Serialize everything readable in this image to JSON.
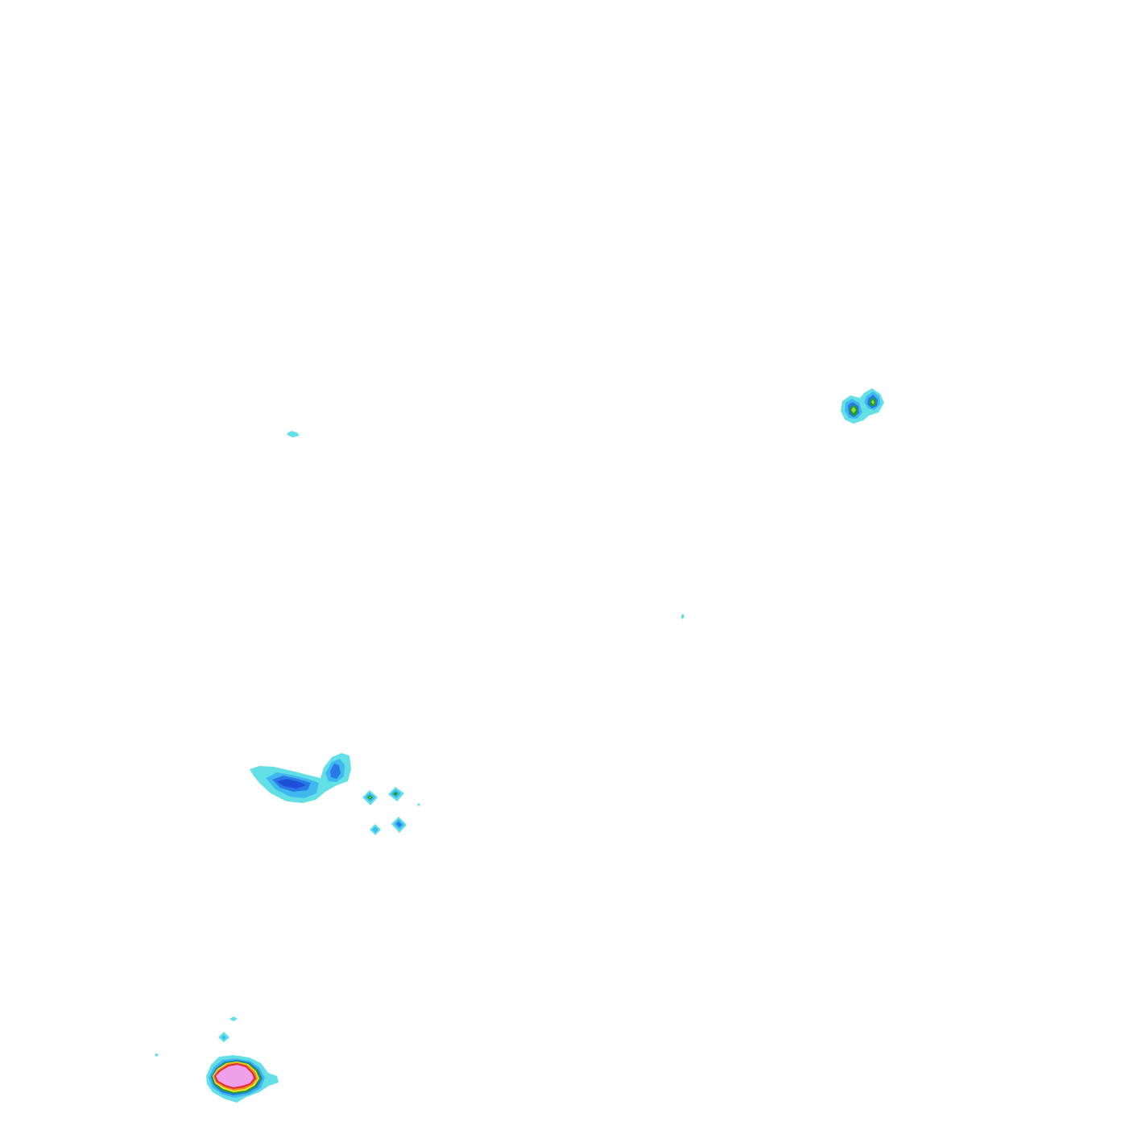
{
  "map": {
    "type": "precipitation-contour-overlay",
    "background_color": "#ffffff",
    "palette": {
      "level_1": "#63e0e6",
      "level_2": "#3fb8f0",
      "level_3": "#2a78e6",
      "level_4": "#1e4fd6",
      "level_5": "#1fa02a",
      "level_6": "#9fd838",
      "level_7": "#f0e030",
      "level_8": "#f08a20",
      "level_9": "#e03030",
      "level_10": "#f0a0e8"
    },
    "cells": [
      {
        "name": "cell-northeast-twin",
        "max_level": 6
      },
      {
        "name": "cell-west-speck",
        "max_level": 1
      },
      {
        "name": "cell-center-speck",
        "max_level": 1
      },
      {
        "name": "cell-southwest-band",
        "max_level": 4
      },
      {
        "name": "cell-south-cluster",
        "max_level": 6
      },
      {
        "name": "cell-far-south-core",
        "max_level": 10
      }
    ]
  }
}
